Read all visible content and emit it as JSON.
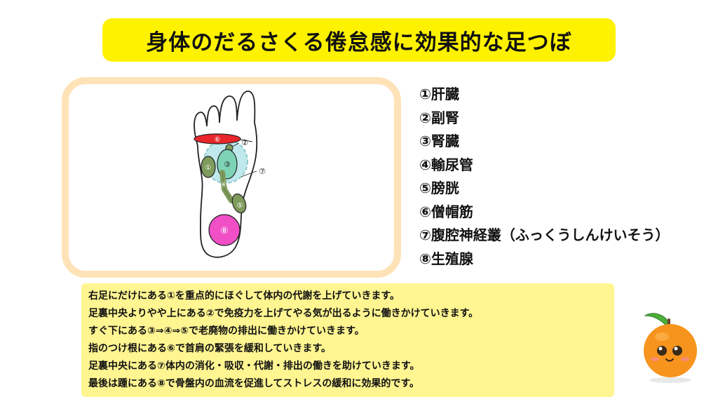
{
  "title": "身体のだるさくる倦怠感に効果的な足つぼ",
  "diagram": {
    "markers": [
      "⑥",
      "②",
      "③",
      "①",
      "⑦",
      "④",
      "⑤",
      "⑧"
    ]
  },
  "legend": [
    {
      "label": "①肝臓"
    },
    {
      "label": "②副腎"
    },
    {
      "label": "③腎臓"
    },
    {
      "label": "④輸尿管"
    },
    {
      "label": "⑤膀胱"
    },
    {
      "label": "⑥僧帽筋"
    },
    {
      "label": "⑦腹腔神経叢（ふっくうしんけいそう）"
    },
    {
      "label": "⑧生殖腺"
    }
  ],
  "description": [
    "右足にだけにある①を重点的にほぐして体内の代謝を上げていきます。",
    "足裏中央よりやや上にある②で免疫力を上げてやる気が出るように働きかけていきます。",
    "すぐ下にある③⇒④⇒⑤で老廃物の排出に働きかけていきます。",
    "指のつけ根にある⑥で首肩の緊張を緩和していきます。",
    "足裏中央にある⑦体内の消化・吸収・代謝・排出の働きを助けていきます。",
    "最後は踵にある⑧で骨盤内の血流を促進してストレスの緩和に効果的です。"
  ],
  "colors": {
    "title_bg": "#fff200",
    "frame_border": "#ffe3b8",
    "desc_bg": "#fff591",
    "zone6": "#e8262b",
    "zone_green": "#7f9b5c",
    "zone3": "#7ed3b7",
    "zone7": "#bfe9ec",
    "zone8": "#f04fc6"
  },
  "mascot": {
    "icon": "orange-mascot-icon"
  }
}
